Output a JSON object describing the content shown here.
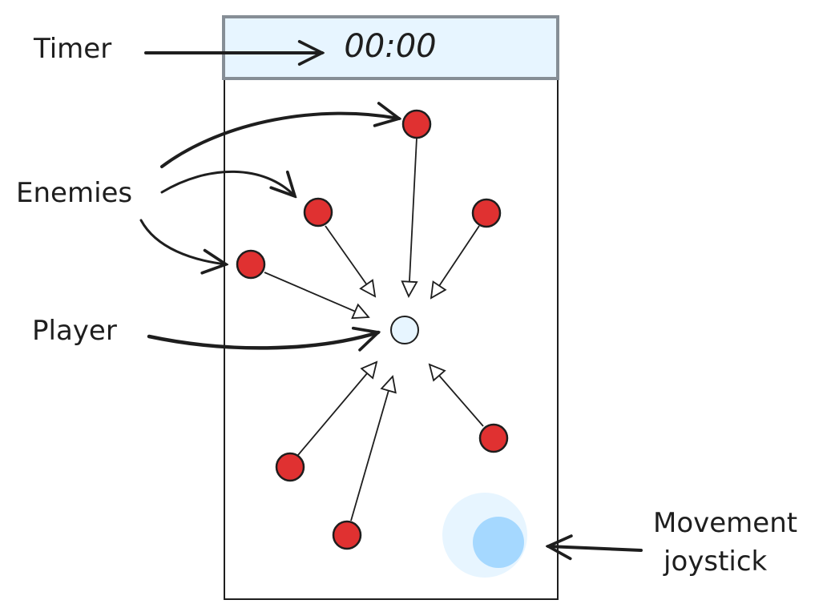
{
  "labels": {
    "timer": "Timer",
    "enemies": "Enemies",
    "player": "Player",
    "joystick_line1": "Movement",
    "joystick_line2": "joystick"
  },
  "screen": {
    "timer_value": "00:00",
    "enemy_count": 7
  },
  "colors": {
    "enemy": "#e03131",
    "player": "#e7f5ff",
    "timer_bar": "#e7f5ff",
    "joystick_outer": "#e7f5ff",
    "joystick_inner": "#a5d8ff",
    "stroke": "#1e1e1e"
  }
}
